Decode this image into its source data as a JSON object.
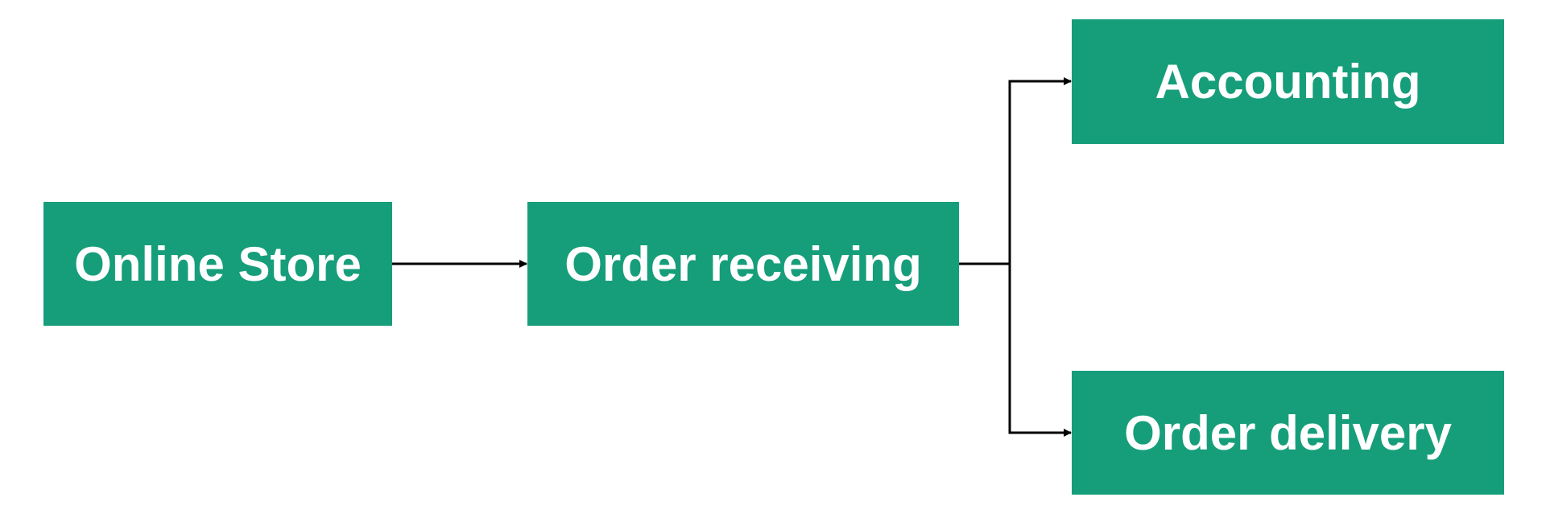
{
  "colors": {
    "node_fill": "#169e7a",
    "node_text": "#ffffff",
    "edge": "#000000"
  },
  "nodes": {
    "online_store": "Online Store",
    "order_receiving": "Order receiving",
    "accounting": "Accounting",
    "order_delivery": "Order delivery"
  },
  "edges": [
    {
      "from": "Online Store",
      "to": "Order receiving"
    },
    {
      "from": "Order receiving",
      "to": "Accounting"
    },
    {
      "from": "Order receiving",
      "to": "Order delivery"
    }
  ]
}
